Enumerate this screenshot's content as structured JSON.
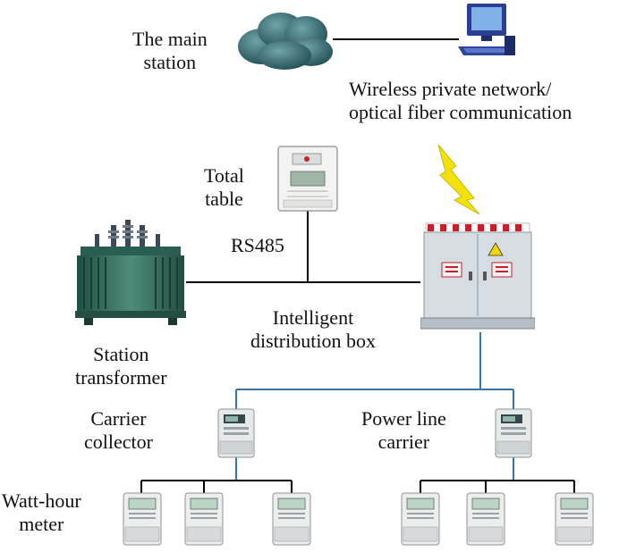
{
  "labels": {
    "main_station": [
      "The main",
      "station"
    ],
    "wireless": [
      "Wireless private network/",
      "optical fiber communication"
    ],
    "total_table": [
      "Total",
      "table"
    ],
    "rs485": "RS485",
    "intelligent_box": [
      "Intelligent",
      "distribution box"
    ],
    "station_transformer": [
      "Station",
      "transformer"
    ],
    "carrier_collector": [
      "Carrier",
      "collector"
    ],
    "power_line_carrier": [
      "Power line",
      "carrier"
    ],
    "watt_hour_meter": [
      "Watt-hour",
      "meter"
    ]
  },
  "colors": {
    "bus_line": "#000000",
    "carrier_line": "#3a73a8",
    "cloud": "#2f6b73",
    "lightning": "#f2e20a",
    "transformer": "#2e6b5c",
    "box_body": "#d5dde3",
    "warning": "#c8202a"
  },
  "icons": {
    "cloud": "cloud-icon",
    "computer": "computer-icon",
    "lightning": "lightning-icon",
    "meter": "meter-icon",
    "transformer": "transformer-icon",
    "box": "distribution-box-icon",
    "collector": "collector-icon"
  }
}
